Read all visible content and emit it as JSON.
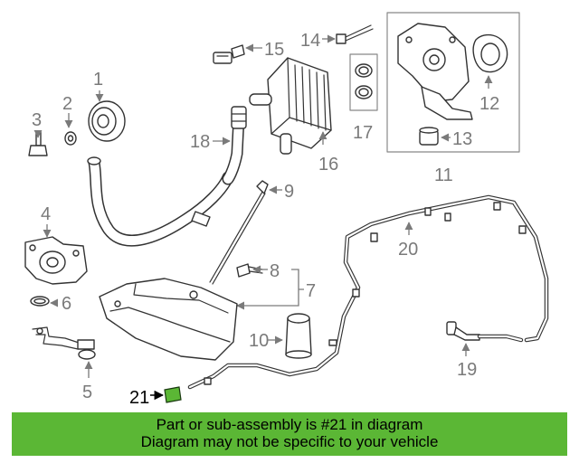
{
  "callouts": [
    "1",
    "2",
    "3",
    "4",
    "5",
    "6",
    "7",
    "8",
    "9",
    "10",
    "11",
    "12",
    "13",
    "14",
    "15",
    "16",
    "17",
    "18",
    "19",
    "20",
    "21"
  ],
  "highlight": {
    "callout": "21",
    "color": "#5bb735"
  },
  "banner": {
    "line1": "Part or sub-assembly is #21 in diagram",
    "line2": "Diagram may not be specific to your vehicle",
    "color": "#5bb735"
  }
}
